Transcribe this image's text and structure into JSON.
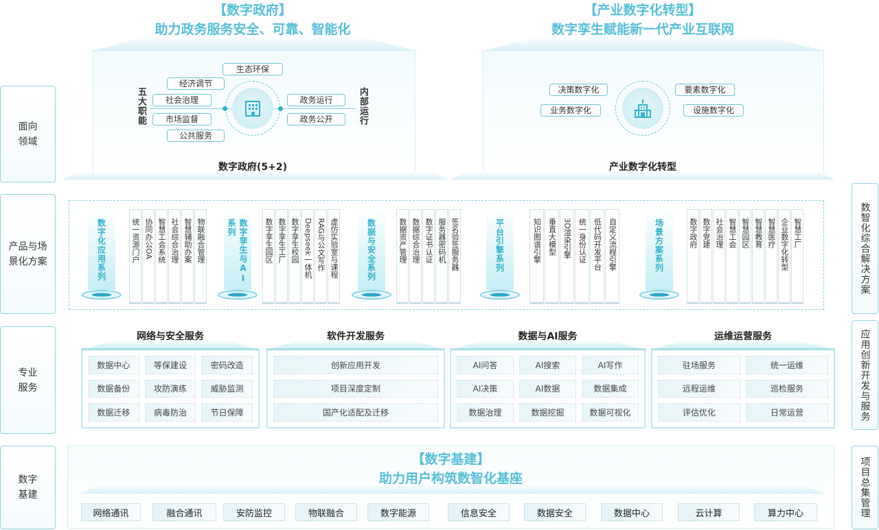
{
  "left_labels": [
    "面向领域",
    "产品与场景化方案",
    "专业服务",
    "数字基建"
  ],
  "right_labels": [
    "数智化综合解决方案",
    "应用创新开发与服务",
    "项目总集管理"
  ],
  "gov": {
    "title": "【数字政府】",
    "subtitle": "助力政务服务安全、可靠、智能化",
    "left_label": "五大职能",
    "right_label": "内部运行",
    "footer": "数字政府(5+2)",
    "functions": [
      "生态环保",
      "经济调节",
      "社会治理",
      "市场监督",
      "公共服务"
    ],
    "internal": [
      "政务运行",
      "政务公开"
    ],
    "icon": "government-building-icon"
  },
  "ind": {
    "title": "【产业数字化转型】",
    "subtitle": "数字孪生赋能新一代产业互联网",
    "footer": "产业数字化转型",
    "items": [
      "决策数字化",
      "业务数字化",
      "要素数字化",
      "设施数字化"
    ],
    "icon": "industry-building-icon"
  },
  "products": [
    {
      "series": "数字化应用系列",
      "items": [
        "统一资源门户",
        "协同办公OA",
        "智慧工会系统",
        "社会综合治理",
        "智慧辅助办案",
        "物联融合管理"
      ]
    },
    {
      "series": "数字孪生与AI系列",
      "items": [
        "数字孪生园区",
        "数字孪生工厂",
        "数字孪生校园",
        "Deepseek一体机",
        "RAG与公文写作",
        "虚仿实验室与课程"
      ]
    },
    {
      "series": "数据与安全系列",
      "items": [
        "数据资产管理",
        "数据综合治理",
        "数字证书认证",
        "服务器密码机",
        "签名验签服务器"
      ]
    },
    {
      "series": "平台引擎系列",
      "items": [
        "知识图谱引擎",
        "垂直大模型",
        "3D渲染引擎",
        "统一身份认证",
        "低代码开发平台",
        "自定义流程引擎"
      ]
    },
    {
      "series": "场景方案系列",
      "items": [
        "数字政府",
        "数字党建",
        "社会治理",
        "智慧工会",
        "智慧园区",
        "智慧教育",
        "智慧医疗",
        "企业数字化转型",
        "智慧工厂"
      ]
    }
  ],
  "services": [
    {
      "title": "网络与安全服务",
      "items": [
        "数据中心",
        "等保建设",
        "密码改造",
        "数据备份",
        "攻防演练",
        "威胁监测",
        "数据迁移",
        "病毒防治",
        "节日保障"
      ]
    },
    {
      "title": "软件开发服务",
      "items": [
        "创新应用开发",
        "项目深度定制",
        "国产化适配及迁移"
      ]
    },
    {
      "title": "数据与AI服务",
      "items": [
        "AI问答",
        "AI搜索",
        "AI写作",
        "AI决策",
        "AI数据",
        "数据集成",
        "数据治理",
        "数据挖掘",
        "数据可视化"
      ]
    },
    {
      "title": "运维运营服务",
      "items": [
        "驻场服务",
        "统一运维",
        "远程运维",
        "巡检服务",
        "评估优化",
        "日常运营"
      ]
    }
  ],
  "infra": {
    "title": "【数字基建】",
    "subtitle": "助力用户构筑数智化基座",
    "items": [
      "网络通讯",
      "融合通讯",
      "安防监控",
      "物联融合",
      "数字能源",
      "信息安全",
      "数据安全",
      "数据中心",
      "云计算",
      "算力中心"
    ]
  },
  "colors": {
    "accent": "#56bfd8",
    "series": "#2eb3cc",
    "border": "#8fd3e3"
  }
}
